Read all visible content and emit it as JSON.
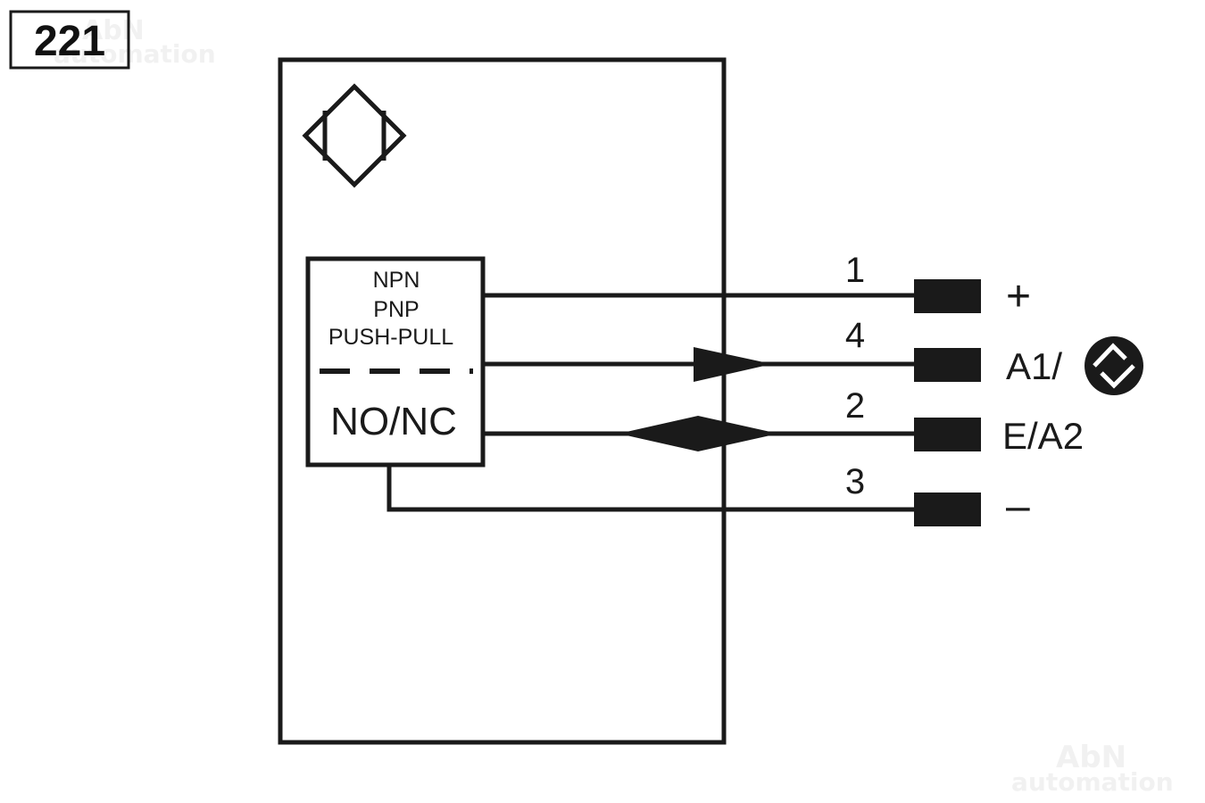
{
  "badge": {
    "number": "221"
  },
  "watermark": {
    "line1": "AbN",
    "line2": "automation"
  },
  "logic_block": {
    "output_types": [
      "NPN",
      "PNP",
      "PUSH-PULL"
    ],
    "switching_mode": "NO/NC"
  },
  "pins": [
    {
      "number": "1",
      "function": "+"
    },
    {
      "number": "4",
      "function": "A1/"
    },
    {
      "number": "2",
      "function": "E/A2"
    },
    {
      "number": "3",
      "function": "–"
    }
  ],
  "symbols": {
    "sensor": "sensor-symbol-icon",
    "io_link": "io-link-icon",
    "output_arrow": "output-arrow-icon",
    "bidirectional_arrow": "bidirectional-arrow-icon",
    "connector": "connector-terminal-icon"
  },
  "colors": {
    "line": "#1a1a1a",
    "background": "#ffffff",
    "watermark": "#f1f1f1"
  }
}
